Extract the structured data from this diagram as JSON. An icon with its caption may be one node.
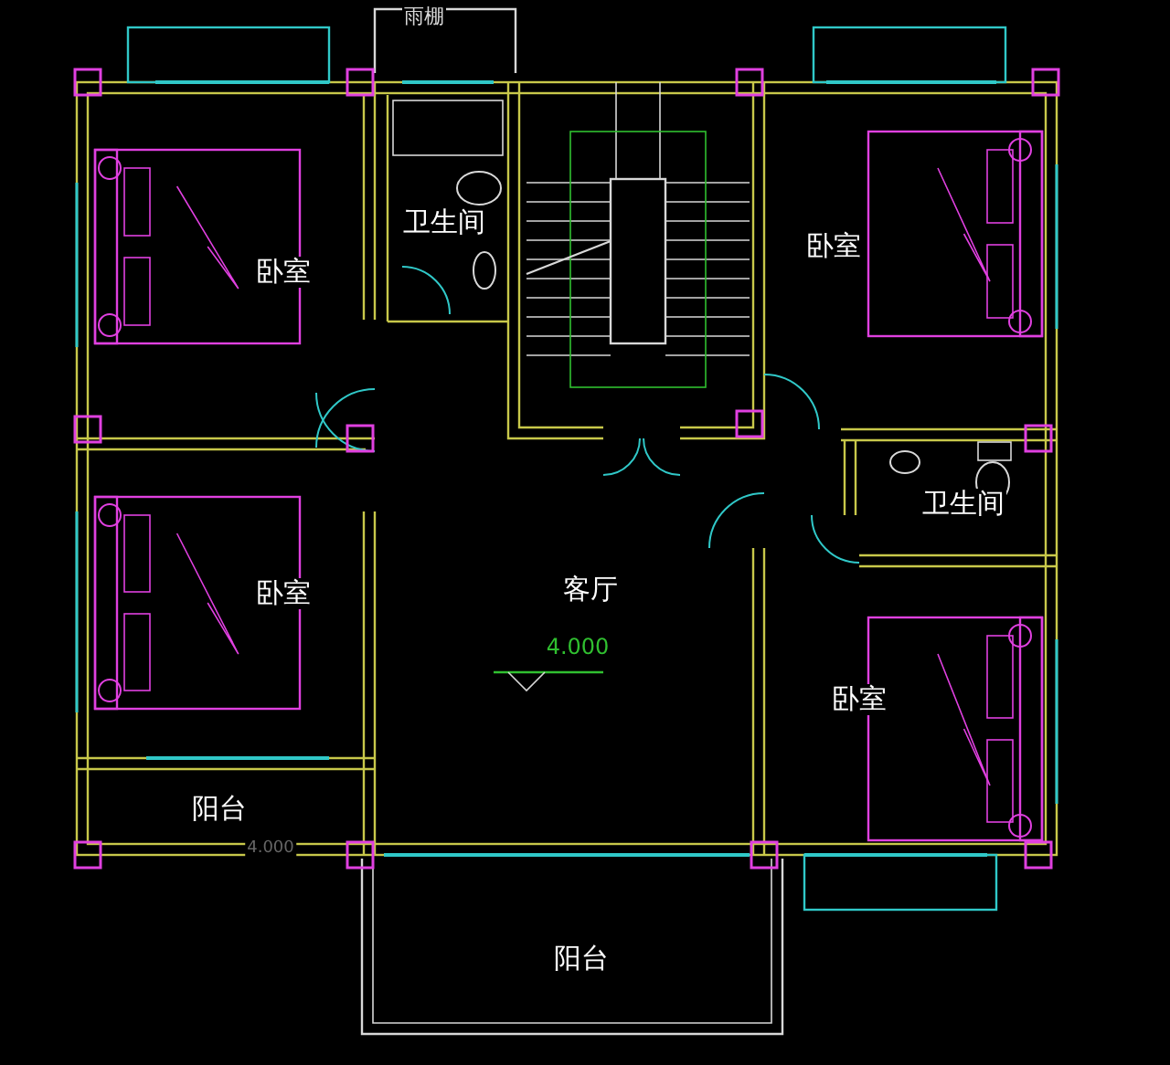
{
  "diagram": {
    "labels": [
      "雨棚",
      "卫生间",
      "卧室",
      "卧室",
      "卫生间",
      "客厅",
      "卧室",
      "4.000",
      "卧室",
      "阳台",
      "4.000",
      "阳台"
    ]
  }
}
